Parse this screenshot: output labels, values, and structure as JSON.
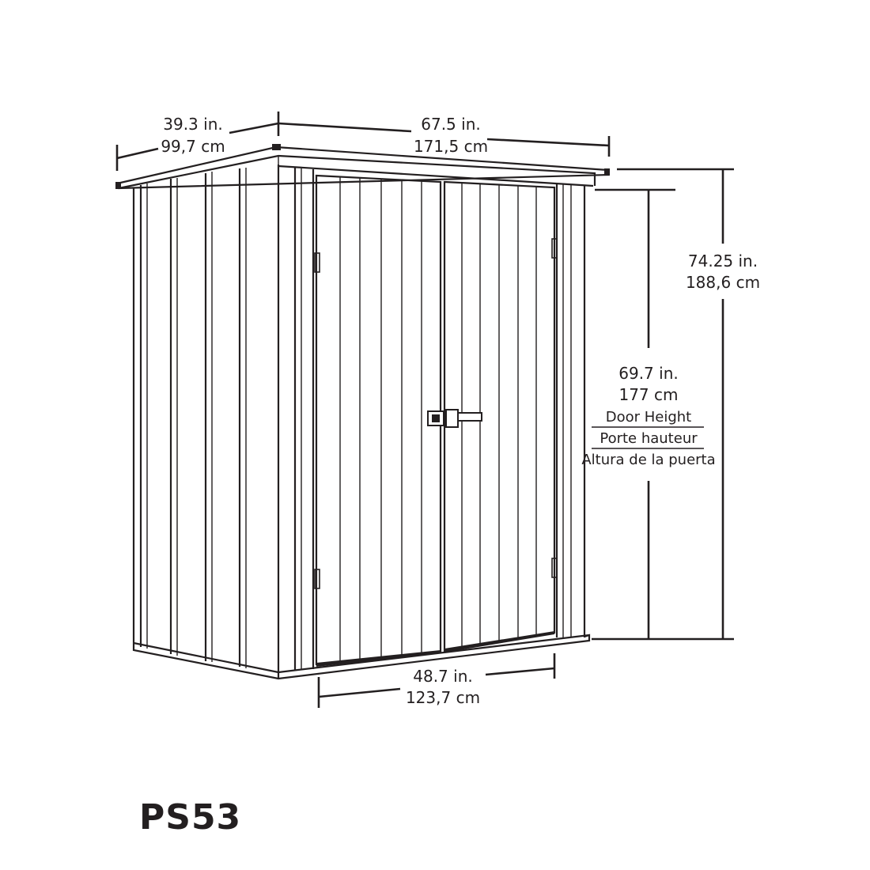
{
  "dimensions": {
    "depth": {
      "imperial": "39.3 in.",
      "metric": "99,7 cm"
    },
    "width": {
      "imperial": "67.5 in.",
      "metric": "171,5 cm"
    },
    "height": {
      "imperial": "74.25 in.",
      "metric": "188,6 cm"
    },
    "door_height": {
      "imperial": "69.7 in.",
      "metric": "177 cm",
      "label_en": "Door Height",
      "label_fr": "Porte hauteur",
      "label_es": "Altura de la puerta"
    },
    "door_width": {
      "imperial": "48.7 in.",
      "metric": "123,7 cm"
    }
  },
  "model": "PS53"
}
